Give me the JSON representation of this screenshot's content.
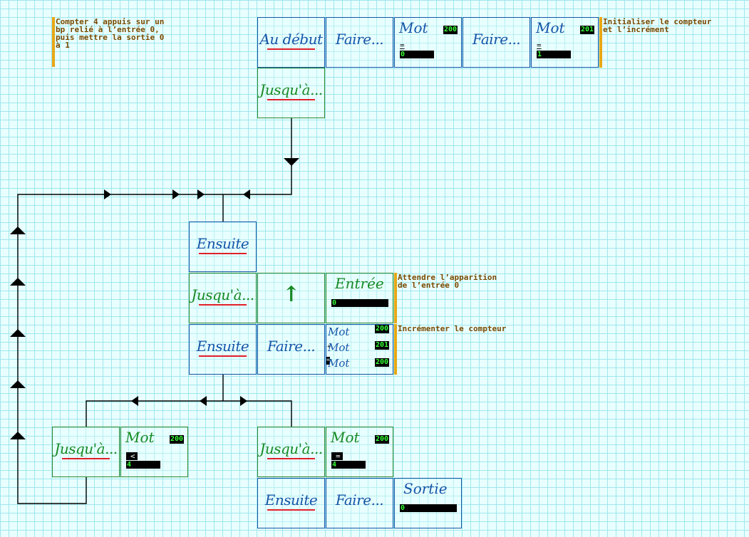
{
  "comments": {
    "main": "Compter 4 appuis sur un\nbp relié à l’entrée 0,\npuis mettre la sortie 0\nà 1",
    "init": "Initialiser le compteur\net l’incrément",
    "wait": "Attendre l’apparition\nde l’entrée 0",
    "incr": "Incrémenter le compteur"
  },
  "blocks": {
    "au_debut": "Au début",
    "faire": "Faire...",
    "jusqua": "Jusqu'à...",
    "ensuite": "Ensuite",
    "mot": "Mot",
    "entree": "Entrée",
    "sortie": "Sortie",
    "arrow_up": "↑"
  },
  "init_row": {
    "mot1": {
      "addr": "200",
      "op": "=",
      "value": "0"
    },
    "mot2": {
      "addr": "201",
      "op": "=",
      "value": "1"
    }
  },
  "wait_row": {
    "entree_value": "0"
  },
  "incr_row": {
    "addr1": "200",
    "op2": "+",
    "addr2": "201",
    "op3": "=",
    "addr3": "200"
  },
  "left_branch": {
    "addr": "200",
    "op": "<",
    "value": "4"
  },
  "right_branch": {
    "addr": "200",
    "op": "=",
    "value": "4"
  },
  "sortie_row": {
    "value": "0"
  },
  "colors": {
    "grid": "#9ee6ec",
    "background": "#e9ffff",
    "blue_block": "#1555a8",
    "green_block": "#2e8b2e",
    "underline": "#e0202a",
    "comment_bar": "#e8a815",
    "comment_text": "#7a4a00",
    "field_text": "#35ff35"
  }
}
